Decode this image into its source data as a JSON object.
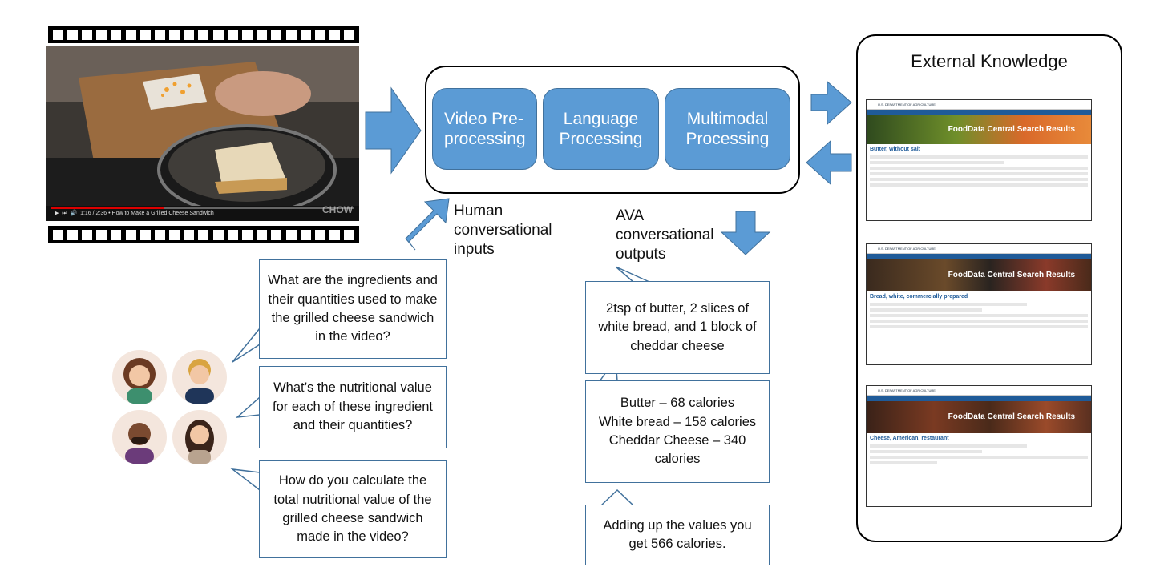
{
  "video": {
    "player_time": "1:16 / 2:36",
    "player_title": "How to Make a Grilled Cheese Sandwich",
    "watermark": "CHOW"
  },
  "pipeline": {
    "blocks": [
      "Video Pre-processing",
      "Language Processing",
      "Multimodal Processing"
    ]
  },
  "labels": {
    "human_inputs": "Human conversational inputs",
    "ava_outputs": "AVA conversational outputs",
    "external_knowledge": "External Knowledge"
  },
  "questions": [
    "What are the ingredients and their quantities used to make the grilled cheese sandwich in the video?",
    "What’s the nutritional value for each of these ingredient and their quantities?",
    "How do you calculate the total nutritional value of the grilled cheese sandwich made in the video?"
  ],
  "answers": {
    "a1": "2tsp of butter, 2 slices of white bread, and 1 block of cheddar cheese",
    "a2_lines": [
      "Butter – 68 calories",
      "White bread – 158 calories",
      "Cheddar Cheese – 340 calories"
    ],
    "a3": "Adding up the values you get 566 calories."
  },
  "screenshots": [
    {
      "banner": "FoodData Central Search Results",
      "item": "Butter, without salt"
    },
    {
      "banner": "FoodData Central Search Results",
      "item": "Bread, white, commercially prepared"
    },
    {
      "banner": "FoodData Central Search Results",
      "item": "Cheese, American, restaurant"
    }
  ],
  "colors": {
    "accent": "#5b9bd5",
    "accent_border": "#41719c",
    "usda_blue": "#1f5b99"
  }
}
